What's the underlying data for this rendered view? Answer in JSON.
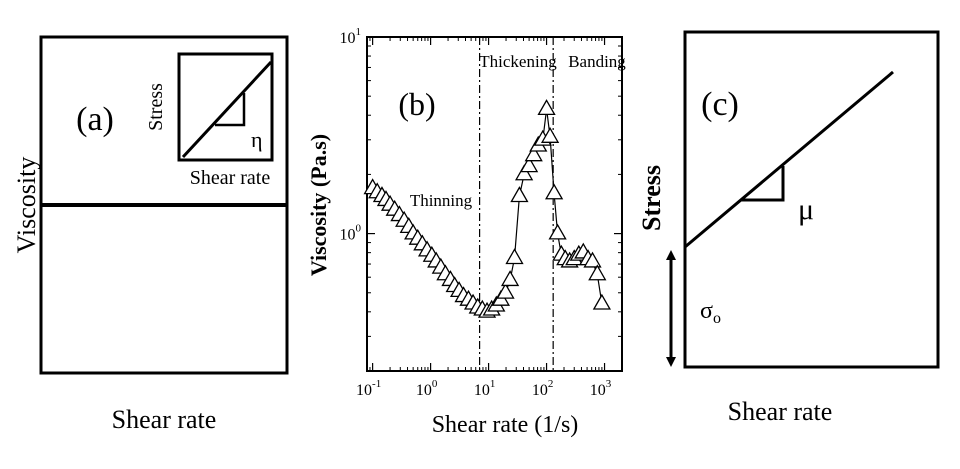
{
  "chart_data": [
    {
      "id": "a",
      "type": "line",
      "panel_label": "(a)",
      "xlabel": "Shear rate",
      "ylabel": "Viscosity",
      "series": [
        {
          "x": [
            0,
            1
          ],
          "values": [
            0.5,
            0.5
          ]
        }
      ],
      "inset": {
        "xlabel": "Shear rate",
        "ylabel": "Stress",
        "slope_label": "η",
        "series": [
          {
            "x": [
              0,
              1
            ],
            "values": [
              0,
              1
            ]
          }
        ]
      }
    },
    {
      "id": "b",
      "type": "scatter",
      "panel_label": "(b)",
      "xlabel": "Shear rate (1/s)",
      "ylabel": "Viscosity (Pa.s)",
      "xscale": "log",
      "yscale": "log",
      "xlim": [
        0.08,
        2000
      ],
      "ylim": [
        0.2,
        10
      ],
      "xticks": [
        {
          "base": "10",
          "exp": "-1",
          "value": 0.1
        },
        {
          "base": "10",
          "exp": "0",
          "value": 1
        },
        {
          "base": "10",
          "exp": "1",
          "value": 10
        },
        {
          "base": "10",
          "exp": "2",
          "value": 100
        },
        {
          "base": "10",
          "exp": "3",
          "value": 1000
        }
      ],
      "yticks": [
        {
          "base": "10",
          "exp": "0",
          "value": 1
        },
        {
          "base": "10",
          "exp": "1",
          "value": 10
        }
      ],
      "vlines": [
        7,
        130
      ],
      "regions": [
        "Thinning",
        "Thickening",
        "Banding"
      ],
      "marker": "open-triangle",
      "series": [
        {
          "x": [
            0.1,
            0.12,
            0.145,
            0.17,
            0.2,
            0.24,
            0.29,
            0.35,
            0.42,
            0.5,
            0.6,
            0.72,
            0.87,
            1.05,
            1.25,
            1.5,
            1.8,
            2.2,
            2.6,
            3.1,
            3.7,
            4.5,
            5.4,
            6.5,
            7.8,
            9.4,
            11.3,
            13.6,
            16.3,
            19.6,
            23.5,
            28,
            34,
            41,
            50,
            60,
            72,
            86,
            100,
            115,
            135,
            155,
            180,
            210,
            250,
            300,
            360,
            430,
            520,
            620,
            750,
            900
          ],
          "values": [
            1.7,
            1.62,
            1.55,
            1.48,
            1.4,
            1.32,
            1.24,
            1.16,
            1.08,
            1.0,
            0.94,
            0.88,
            0.82,
            0.77,
            0.72,
            0.67,
            0.62,
            0.58,
            0.54,
            0.51,
            0.48,
            0.46,
            0.44,
            0.42,
            0.41,
            0.4,
            0.41,
            0.43,
            0.46,
            0.5,
            0.58,
            0.75,
            1.55,
            2.0,
            2.2,
            2.5,
            2.8,
            3.0,
            4.3,
            3.1,
            1.6,
            1.0,
            0.78,
            0.74,
            0.72,
            0.74,
            0.78,
            0.8,
            0.74,
            0.72,
            0.62,
            0.44
          ]
        }
      ]
    },
    {
      "id": "c",
      "type": "line",
      "panel_label": "(c)",
      "xlabel": "Shear rate",
      "ylabel": "Stress",
      "slope_label": "μ",
      "yield_label": "σ",
      "yield_label_sub": "o",
      "series": [
        {
          "x": [
            0,
            1
          ],
          "values": [
            0.45,
            1.0
          ]
        }
      ]
    }
  ]
}
